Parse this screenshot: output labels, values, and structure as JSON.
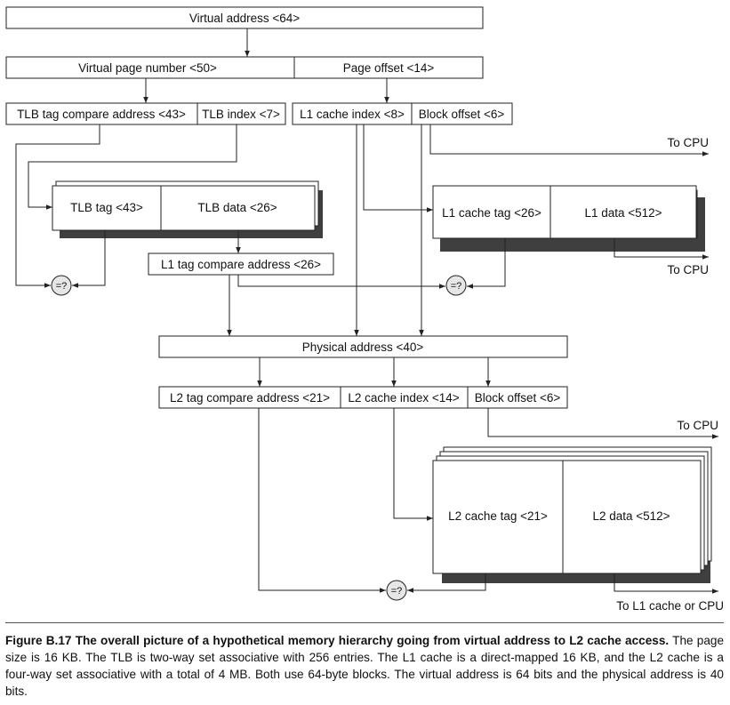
{
  "diagram": {
    "virtual_address": "Virtual address <64>",
    "virtual_page_number": "Virtual page number <50>",
    "page_offset": "Page offset  <14>",
    "tlb_tag_compare_address": "TLB tag compare address <43>",
    "tlb_index": "TLB index <7>",
    "l1_cache_index": "L1 cache index <8>",
    "l1_block_offset": "Block offset <6>",
    "to_cpu_1": "To CPU",
    "tlb_tag": "TLB tag <43>",
    "tlb_data": "TLB data <26>",
    "l1_cache_tag": "L1 cache tag <26>",
    "l1_data": "L1 data <512>",
    "to_cpu_2": "To CPU",
    "l1_tag_compare_address": "L1 tag compare address <26>",
    "comparator_1": "=?",
    "comparator_2": "=?",
    "physical_address": "Physical address <40>",
    "l2_tag_compare_address": "L2 tag compare address <21>",
    "l2_cache_index": "L2 cache index <14>",
    "l2_block_offset": "Block offset  <6>",
    "to_cpu_3": "To CPU",
    "l2_cache_tag": "L2 cache tag <21>",
    "l2_data": "L2 data <512>",
    "comparator_3": "=?",
    "to_l1_or_cpu": "To L1 cache or CPU"
  },
  "caption": {
    "figure_number": "Figure B.17",
    "figure_title": "The overall picture of a hypothetical memory hierarchy going from virtual address to L2 cache access.",
    "body": "The page size is 16 KB. The TLB is two-way set associative with 256 entries. The L1 cache is a direct-mapped 16 KB, and the L2 cache is a four-way set associative with a total of 4 MB. Both use 64-byte blocks. The virtual address is 64 bits and the physical address is 40 bits."
  }
}
